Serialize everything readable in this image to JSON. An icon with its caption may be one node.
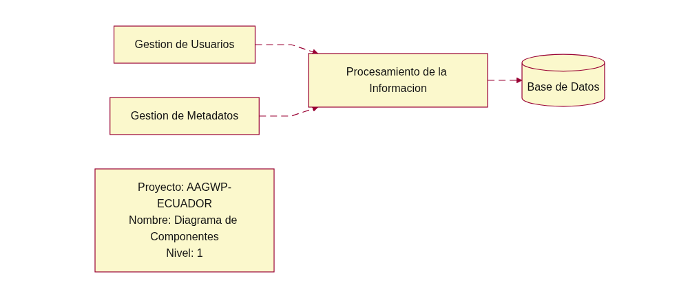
{
  "diagram": {
    "nodes": [
      {
        "text": [
          "Gestion de Usuarios"
        ]
      },
      {
        "text": [
          "Procesamiento de la Informacion"
        ]
      },
      {
        "text": [
          "Gestion de Metadatos"
        ]
      },
      {
        "text": [
          "Base de Datos"
        ]
      },
      {
        "text": [
          "Proyecto: AAGWP-ECUADOR",
          "Nombre: Diagrama de Componentes",
          "Nivel: 1"
        ]
      }
    ],
    "edges": [
      {
        "from": 0,
        "to": 1,
        "arrow": "to",
        "style": "dashed"
      },
      {
        "from": 2,
        "to": 1,
        "arrow": "to",
        "style": "dashed"
      },
      {
        "from": 1,
        "to": 3,
        "arrow": "to",
        "style": "dashed"
      }
    ]
  }
}
